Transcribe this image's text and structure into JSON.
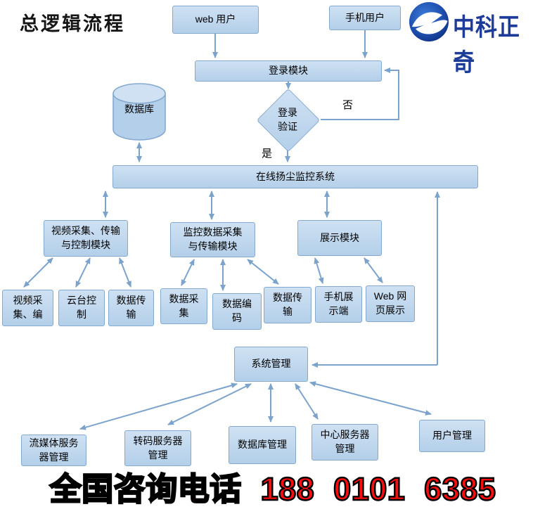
{
  "page": {
    "title": "总逻辑流程"
  },
  "logo": {
    "name": "中科正奇"
  },
  "flow": {
    "web_user": "web 用户",
    "mobile_user": "手机用户",
    "login_module": "登录模块",
    "login_verify": "登录验证",
    "branch_no": "否",
    "branch_yes": "是",
    "database": "数据库",
    "main_system": "在线扬尘监控系统",
    "module_video": "视频采集、传输与控制模块",
    "module_data": "监控数据采集与传输模块",
    "module_display": "展示模块",
    "sub_video_capture": "视频采集、编",
    "sub_ptz_control": "云台控制",
    "sub_data_transfer_1": "数据传输",
    "sub_data_collect": "数据采集",
    "sub_data_encode": "数据编码",
    "sub_data_transfer_2": "数据传输",
    "sub_mobile_display": "手机展示端",
    "sub_web_display": "Web 网页展示",
    "system_mgmt": "系统管理",
    "mgmt_stream_server": "流媒体服务器管理",
    "mgmt_transcode_server": "转码服务器管理",
    "mgmt_database": "数据库管理",
    "mgmt_center_server": "中心服务器管理",
    "mgmt_user": "用户管理"
  },
  "footer": {
    "hotline": "全国咨询电话 188 0101 6385"
  },
  "colors": {
    "node_fill": "#bdd7ee",
    "node_border": "#84a9cf",
    "arrow": "#7ca3cb",
    "logo_blue": "#1d3c99",
    "hotline_red": "#fd0d0d"
  }
}
